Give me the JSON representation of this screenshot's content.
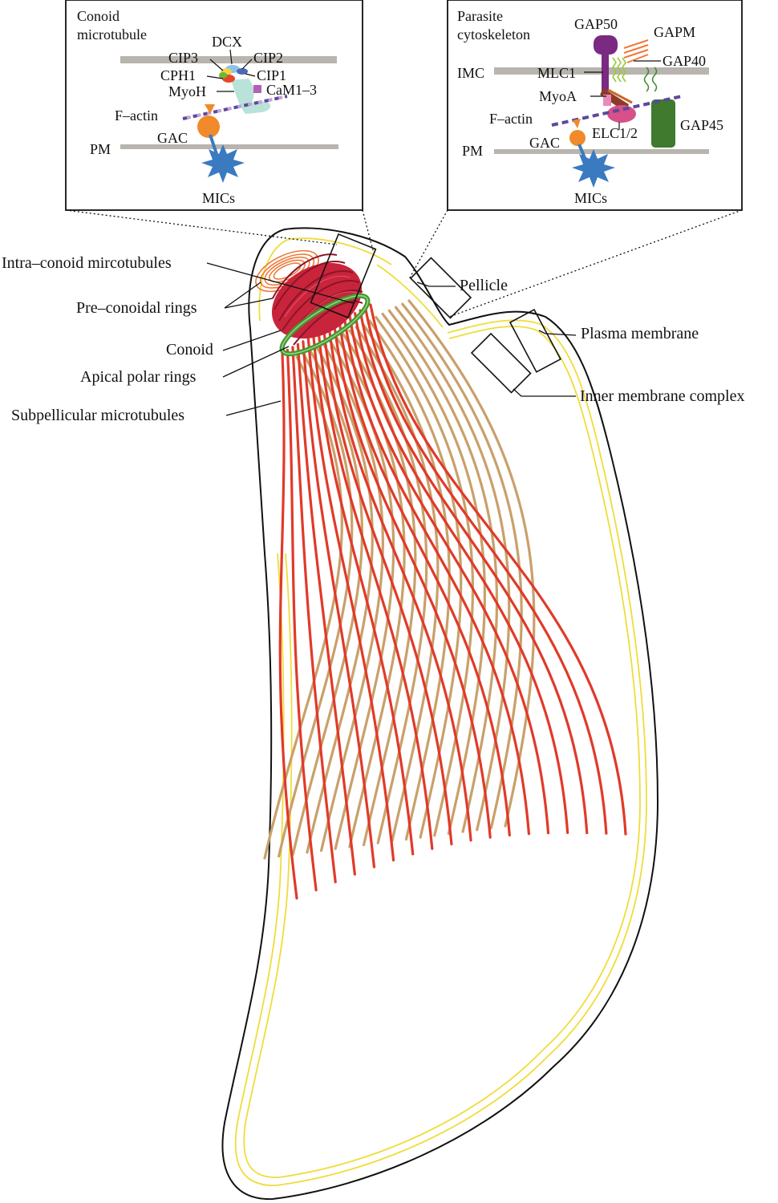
{
  "diagram": {
    "insets": {
      "conoid": {
        "title_line1": "Conoid",
        "title_line2": "microtubule",
        "labels": {
          "dcx": "DCX",
          "cip3": "CIP3",
          "cip2": "CIP2",
          "cph1": "CPH1",
          "cip1": "CIP1",
          "myoh": "MyoH",
          "cam": "CaM1–3",
          "factin": "F–actin",
          "gac": "GAC",
          "pm": "PM",
          "mics": "MICs"
        }
      },
      "pellicle": {
        "title_line1": "Parasite",
        "title_line2": "cytoskeleton",
        "labels": {
          "gap50": "GAP50",
          "gapm": "GAPM",
          "imc": "IMC",
          "mlc1": "MLC1",
          "gap40": "GAP40",
          "myoa": "MyoA",
          "factin": "F–actin",
          "elc": "ELC1/2",
          "gap45": "GAP45",
          "pm": "PM",
          "gac": "GAC",
          "mics": "MICs"
        }
      }
    },
    "callouts": {
      "intra_conoid": "Intra–conoid mircotubules",
      "pre_conoidal": "Pre–conoidal rings",
      "conoid": "Conoid",
      "apical_polar": "Apical polar rings",
      "subpellicular": "Subpellicular microtubules",
      "pellicle": "Pellicle",
      "plasma_membrane": "Plasma membrane",
      "imc": "Inner membrane complex"
    },
    "colors": {
      "red_microtubule": "#e03a2a",
      "tan_microtubule": "#c9a06a",
      "conoid": "#c8243c",
      "polar_ring": "#3f9a2e",
      "membrane_yellow": "#f0dc3a",
      "gac": "#f08a2a",
      "mics": "#3a7ac0",
      "membrane_gray": "#b8b4ae"
    }
  }
}
